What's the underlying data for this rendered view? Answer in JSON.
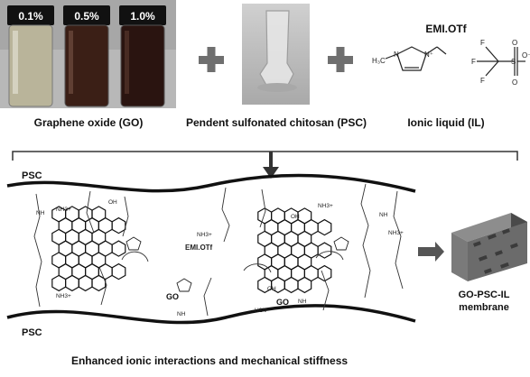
{
  "top_row": {
    "vials": [
      {
        "label": "0.1%",
        "color": "#b9b49a"
      },
      {
        "label": "0.5%",
        "color": "#3b1f16"
      },
      {
        "label": "1.0%",
        "color": "#2a1410"
      }
    ],
    "go_caption": "Graphene oxide (GO)",
    "psc_caption": "Pendent sulfonated chitosan (PSC)",
    "il_title": "EMI.OTf",
    "il_caption": "Ionic liquid (IL)",
    "plus_color": "#6f6f6f"
  },
  "structure": {
    "psc_top_label": "PSC",
    "psc_bottom_label": "PSC",
    "go_label_left": "GO",
    "go_label_right": "GO",
    "emiotf_label": "EMI.OTf",
    "nh3_plus": "NH3+",
    "nh": "NH",
    "oh": "OH",
    "h2n": "H2N",
    "membrane_label_line1": "GO-PSC-IL",
    "membrane_label_line2": "membrane",
    "membrane_color": "#6b6b6b",
    "arrow_color": "#555555"
  },
  "footer": {
    "caption": "Enhanced ionic interactions and mechanical stiffness"
  }
}
